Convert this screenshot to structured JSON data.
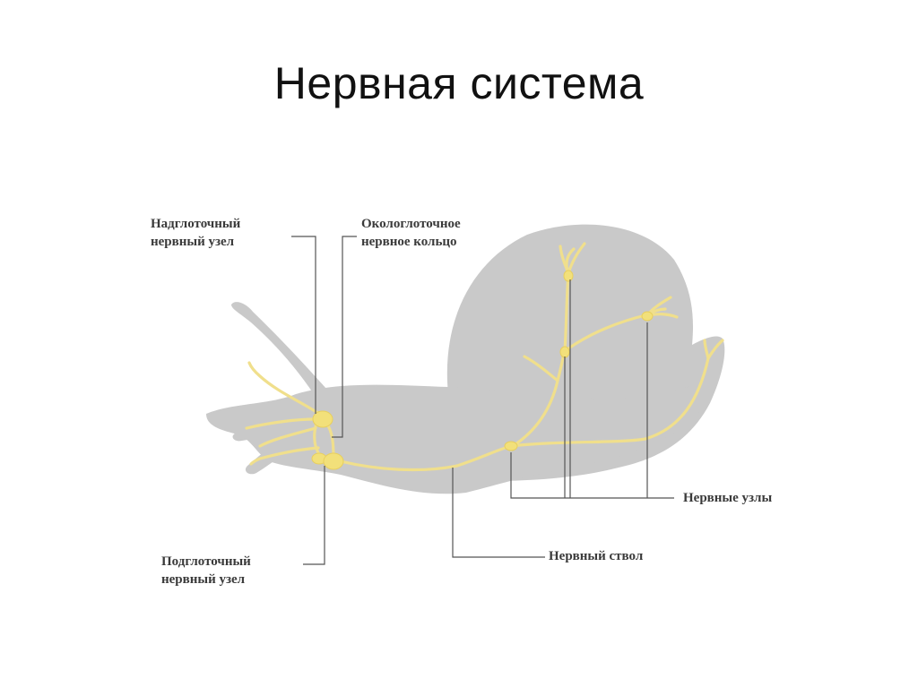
{
  "slide": {
    "title": "Нервная система"
  },
  "labels": {
    "supra": {
      "line1": "Надглоточный",
      "line2": "нервный узел"
    },
    "ring": {
      "line1": "Окологлоточное",
      "line2": "нервное кольцо"
    },
    "sub": {
      "line1": "Подглоточный",
      "line2": "нервный узел"
    },
    "ganglia": {
      "text": "Нервные узлы"
    },
    "trunk": {
      "text": "Нервный ствол"
    }
  },
  "colors": {
    "body": "#c9c9c9",
    "nerve": "#f0df8c",
    "ganglion": "#f2e07a",
    "leader": "#555555",
    "text": "#3a3a3a"
  }
}
